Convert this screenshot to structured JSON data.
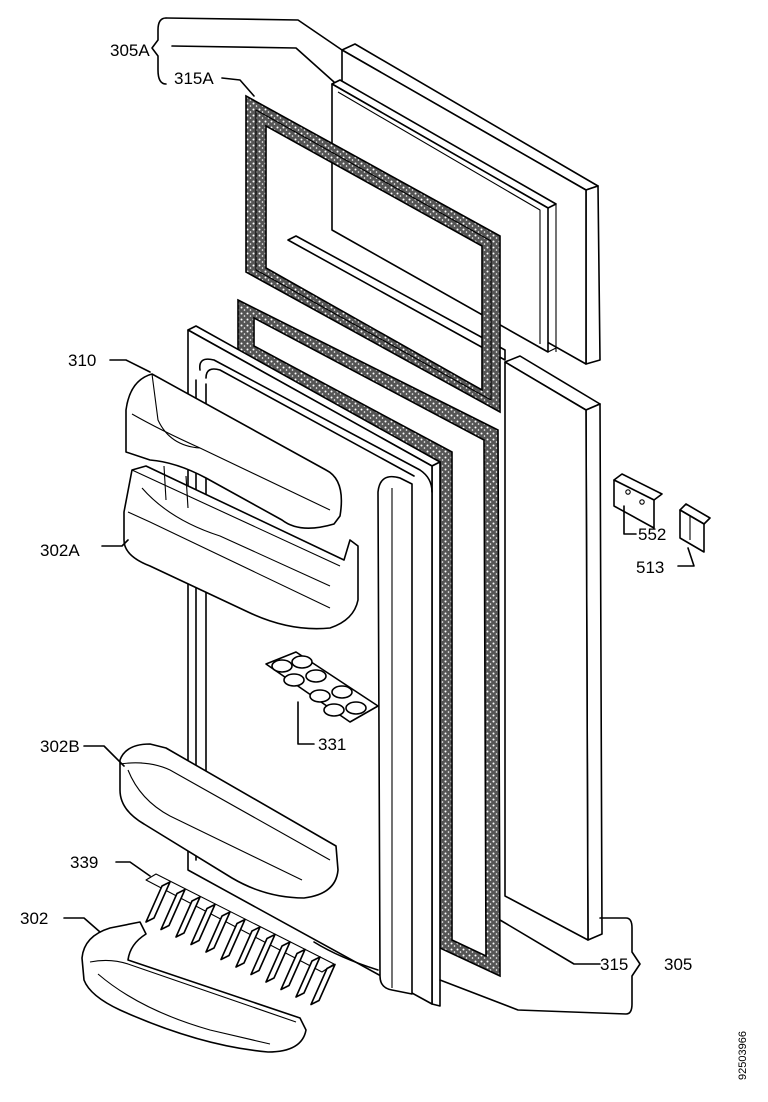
{
  "diagram": {
    "labels": {
      "l305a": "305A",
      "l315a": "315A",
      "l310": "310",
      "l302a": "302A",
      "l552": "552",
      "l513": "513",
      "l331": "331",
      "l302b": "302B",
      "l339": "339",
      "l302": "302",
      "l315": "315",
      "l305": "305"
    },
    "drawing_number": "92503966"
  }
}
